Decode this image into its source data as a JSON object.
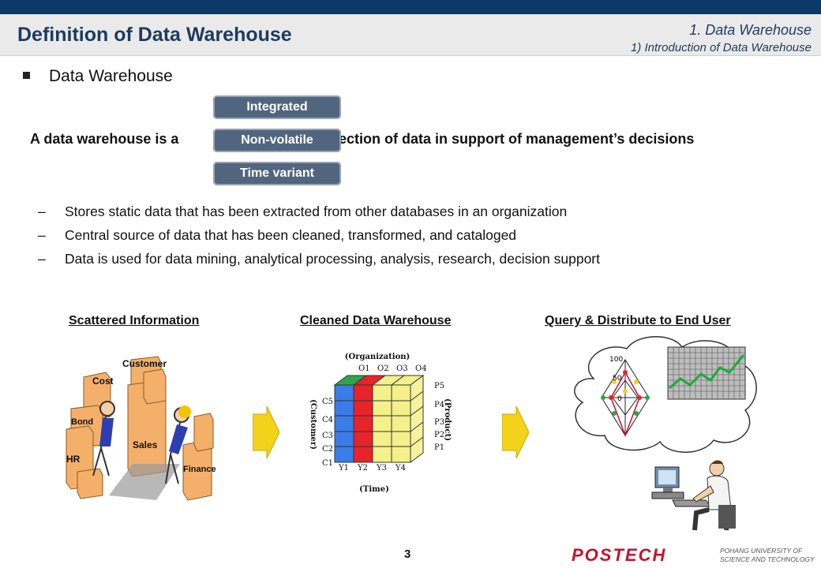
{
  "header": {
    "title": "Definition of Data Warehouse",
    "section": "1. Data Warehouse",
    "subsection": "1) Introduction of Data Warehouse"
  },
  "bullet": "Data Warehouse",
  "definition": {
    "pre": "A data warehouse is a",
    "post": "collection of data in support of management’s decisions",
    "attributes": [
      "Integrated",
      "Non-volatile",
      "Time variant"
    ]
  },
  "points": [
    "Stores static data that has been extracted from other databases in an organization",
    "Central source of data that has been cleaned, transformed, and cataloged",
    "Data is used for data mining, analytical processing, analysis, research, decision support"
  ],
  "dash": "–",
  "captions": {
    "scattered": "Scattered Information",
    "cleaned": "Cleaned Data Warehouse",
    "query": "Query & Distribute to End User"
  },
  "scattered_labels": [
    "Customer",
    "Cost",
    "Bond",
    "Sales",
    "HR",
    "Finance"
  ],
  "cube": {
    "top": "(Organization)",
    "bottom": "(Time)",
    "left": "(Customer)",
    "right": "(Product)",
    "org": [
      "O1",
      "O2",
      "O3",
      "O4"
    ],
    "time": [
      "Y1",
      "Y2",
      "Y3",
      "Y4"
    ],
    "customer": [
      "C5",
      "C4",
      "C3",
      "C2",
      "C1"
    ],
    "product": [
      "P5",
      "P4",
      "P3",
      "P2",
      "P1"
    ]
  },
  "radar_ticks": [
    "100",
    "50",
    "0"
  ],
  "page_number": "3",
  "logo": {
    "mark": "POSTECH",
    "line1": "POHANG UNIVERSITY OF",
    "line2": "SCIENCE AND TECHNOLOGY"
  },
  "colors": {
    "header_bar": "#0b3a66",
    "title_text": "#1d3b5e",
    "pill_bg": "#51657f",
    "logo_red": "#c8102e",
    "arrow_yellow": "#f2d21a"
  }
}
